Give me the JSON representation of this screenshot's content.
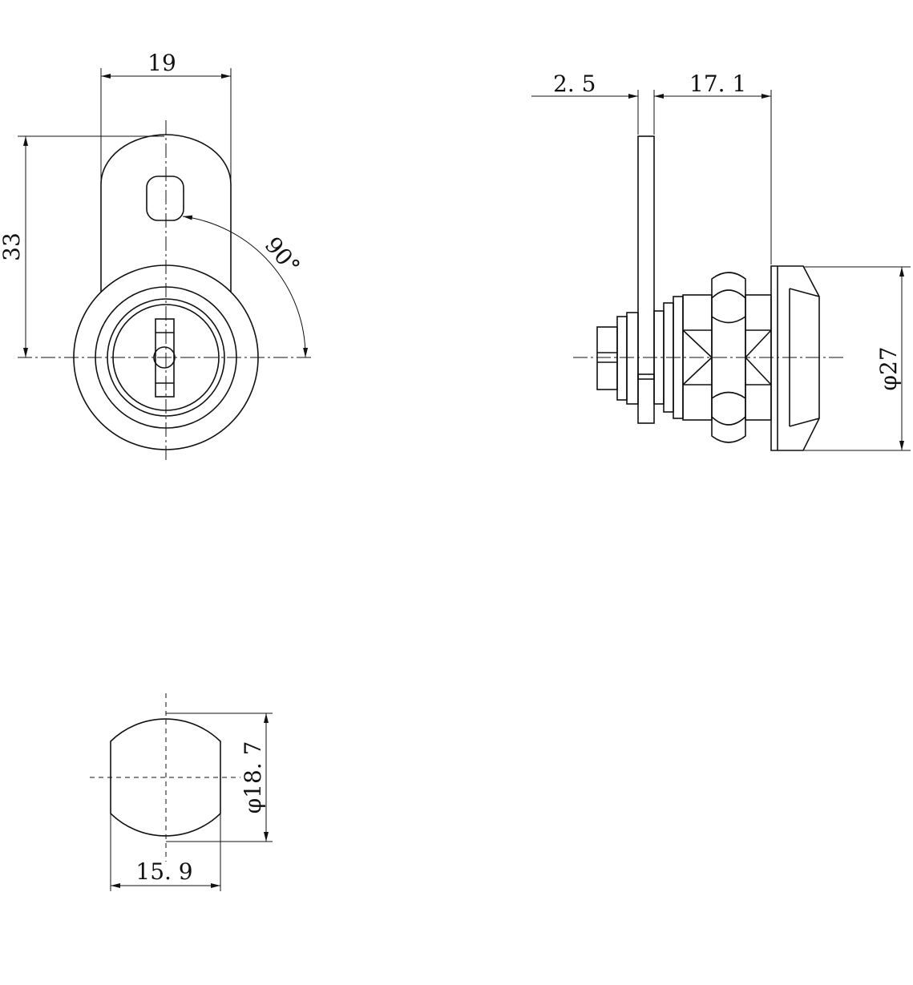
{
  "drawing": {
    "front_view": {
      "width_dim": "19",
      "height_dim": "33",
      "angle_dim": "90°"
    },
    "side_view": {
      "plate_thickness_dim": "2. 5",
      "length_dim": "17. 1",
      "diameter_dim": "φ27"
    },
    "cutout_view": {
      "diameter_dim": "φ18. 7",
      "width_dim": "15. 9"
    }
  }
}
